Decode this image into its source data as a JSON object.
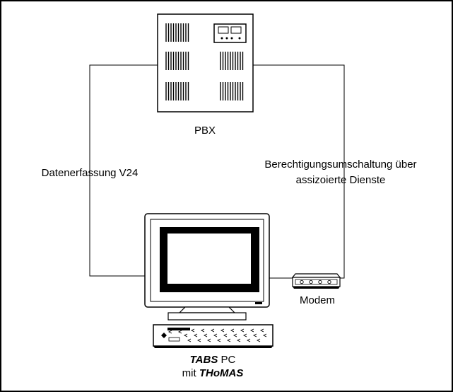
{
  "pbx": {
    "label": "PBX"
  },
  "connections": {
    "left_label": "Datenerfassung V24",
    "right_label_line1": "Berechtigungsumschaltung über",
    "right_label_line2": "assizoierte Dienste"
  },
  "modem": {
    "label": "Modem"
  },
  "pc": {
    "line1_bold": "TABS",
    "line1_rest": " PC",
    "line2_prefix": "mit ",
    "line2_bold": "THoMAS"
  },
  "icons": [
    "pbx-cabinet-icon",
    "modem-icon",
    "computer-monitor-icon",
    "keyboard-icon"
  ],
  "colors": {
    "line": "#000000",
    "background": "#ffffff",
    "frame": "#000000"
  }
}
